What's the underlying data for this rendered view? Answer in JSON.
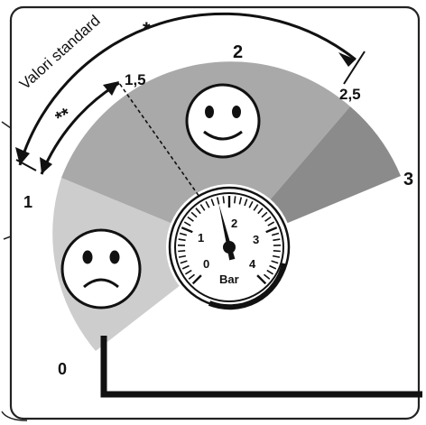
{
  "diagram": {
    "range_labels": {
      "zero": "0",
      "one": "1",
      "one_half": "1,5",
      "two": "2",
      "two_half": "2,5",
      "three": "3"
    },
    "arcs": {
      "standard_values": "Valori standard",
      "star_single": "*",
      "star_double": "**"
    },
    "gauge": {
      "unit": "Bar",
      "ticks": [
        "0",
        "1",
        "2",
        "3",
        "4"
      ],
      "needle_value_bar": 1.8
    },
    "zones": [
      {
        "id": "low",
        "from": 0,
        "to": 1,
        "color": "#c8c8c8",
        "face": "sad"
      },
      {
        "id": "normal",
        "from": 1,
        "to": 2.5,
        "color": "#a6a6a6",
        "face": "happy"
      },
      {
        "id": "high",
        "from": 2.5,
        "to": 3,
        "color": "#8a8a8a"
      }
    ]
  }
}
